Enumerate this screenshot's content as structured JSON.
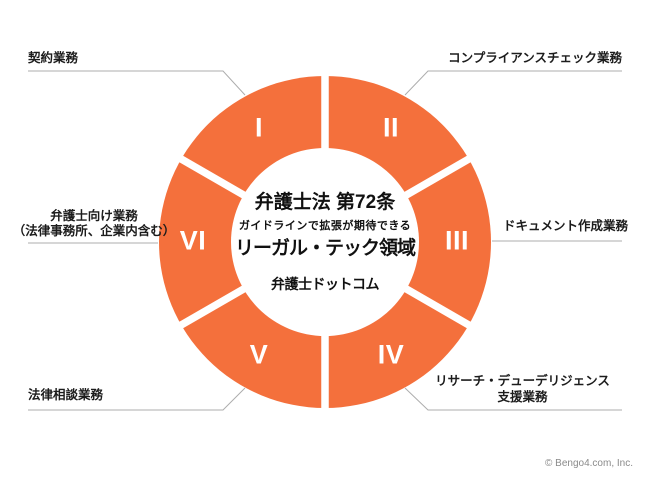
{
  "title_block": {
    "law": "弁護士法 第72条",
    "subtitle": "ガイドラインで拡張が期待できる",
    "main": "リーガル・テック領域",
    "company": "弁護士ドットコム"
  },
  "segments": [
    {
      "numeral": "I",
      "label": "契約業務"
    },
    {
      "numeral": "II",
      "label": "コンプライアンスチェック業務"
    },
    {
      "numeral": "III",
      "label": "ドキュメント作成業務"
    },
    {
      "numeral": "IV",
      "label": "リサーチ・デューデリジェンス",
      "label2": "支援業務"
    },
    {
      "numeral": "V",
      "label": "法律相談業務"
    },
    {
      "numeral": "VI",
      "label": "弁護士向け業務",
      "label2": "（法律事務所、企業内含む）"
    }
  ],
  "colors": {
    "segment_fill": "#F4703C",
    "connector": "#ADADAD"
  },
  "footer": {
    "copyright": "© Bengo4.com, Inc."
  }
}
